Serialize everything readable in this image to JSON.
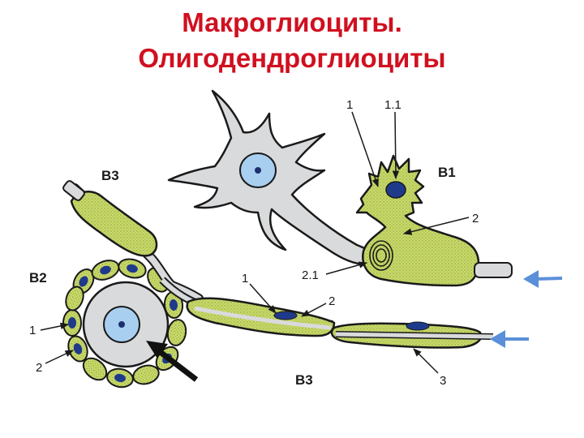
{
  "title": {
    "line1": "Макроглиоциты.",
    "line2": "Олигодендроглиоциты"
  },
  "labels": {
    "b1": "B1",
    "b2": "B2",
    "b3_top": "B3",
    "b3_bottom": "B3",
    "n1_top": "1",
    "n11": "1.1",
    "n2_right": "2",
    "n21": "2.1",
    "n1_mid": "1",
    "n2_mid": "2",
    "n1_left": "1",
    "n2_left": "2",
    "n3": "3"
  },
  "colors": {
    "title": "#d01020",
    "glia": "#c8d96a",
    "glia_outline": "#1a1a1a",
    "neuron": "#d9dadc",
    "nucleus": "#a9cff0",
    "nucleolus": "#1d2f6e",
    "glia_nucleus": "#1f3a8a",
    "arrow_blue": "#5b8fd9",
    "arrow_black": "#111111"
  }
}
